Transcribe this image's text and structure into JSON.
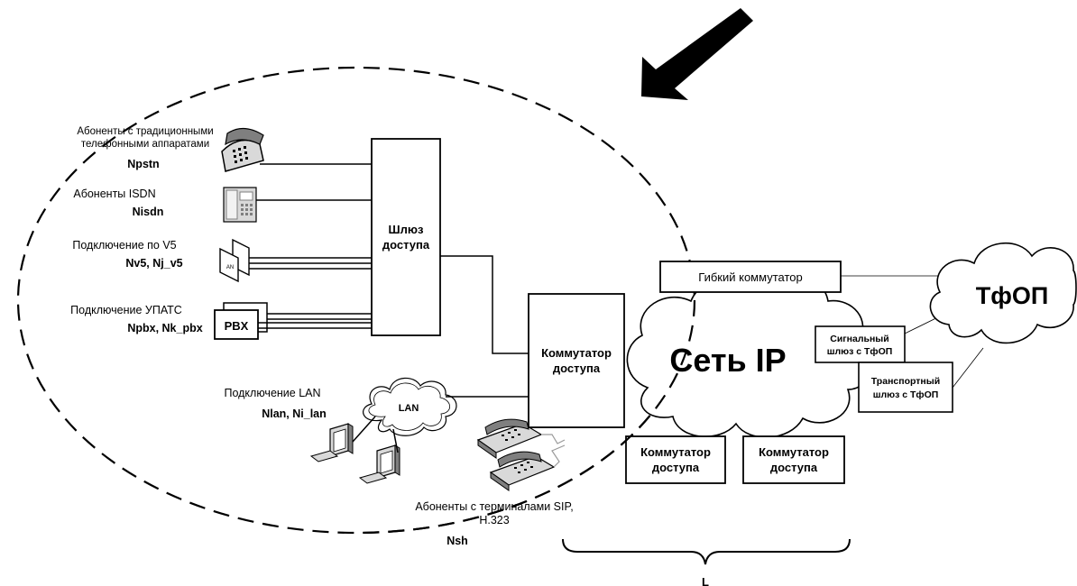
{
  "subscribers": {
    "pstn": {
      "label_line1": "Абоненты с традиционными",
      "label_line2": "телефонными аппаратами",
      "param": "Npstn"
    },
    "isdn": {
      "label": "Абоненты ISDN",
      "param": "Nisdn"
    },
    "v5": {
      "label": "Подключение по V5",
      "param": "Nv5, Nj_v5",
      "device_text": "AN"
    },
    "pbx": {
      "label": "Подключение УПАТС",
      "param": "Npbx, Nk_pbx",
      "device_text": "PBX"
    },
    "lan": {
      "label": "Подключение LAN",
      "param": "Nlan, Ni_lan",
      "cloud_text": "LAN"
    },
    "sip": {
      "label_line1": "Абоненты с терминалами SIP,",
      "label_line2": "H.323",
      "param": "Nsh"
    }
  },
  "nodes": {
    "access_gateway": {
      "line1": "Шлюз",
      "line2": "доступа"
    },
    "access_switch_main": {
      "line1": "Коммутатор",
      "line2": "доступа"
    },
    "access_switch_2": {
      "line1": "Коммутатор",
      "line2": "доступа"
    },
    "access_switch_3": {
      "line1": "Коммутатор",
      "line2": "доступа"
    },
    "soft_switch": {
      "label": "Гибкий коммутатор"
    },
    "ip_network": {
      "label": "Сеть IP"
    },
    "pstn_cloud": {
      "label": "ТфОП"
    },
    "signal_gateway": {
      "line1": "Сигнальный",
      "line2": "шлюз с ТфОП"
    },
    "transport_gateway": {
      "line1": "Транспортный",
      "line2": "шлюз с ТфОП"
    }
  },
  "brace_label": "L",
  "colors": {
    "stroke": "#000000",
    "background": "#ffffff",
    "device_fill": "#d9d9d9",
    "device_dark": "#7f7f7f"
  }
}
